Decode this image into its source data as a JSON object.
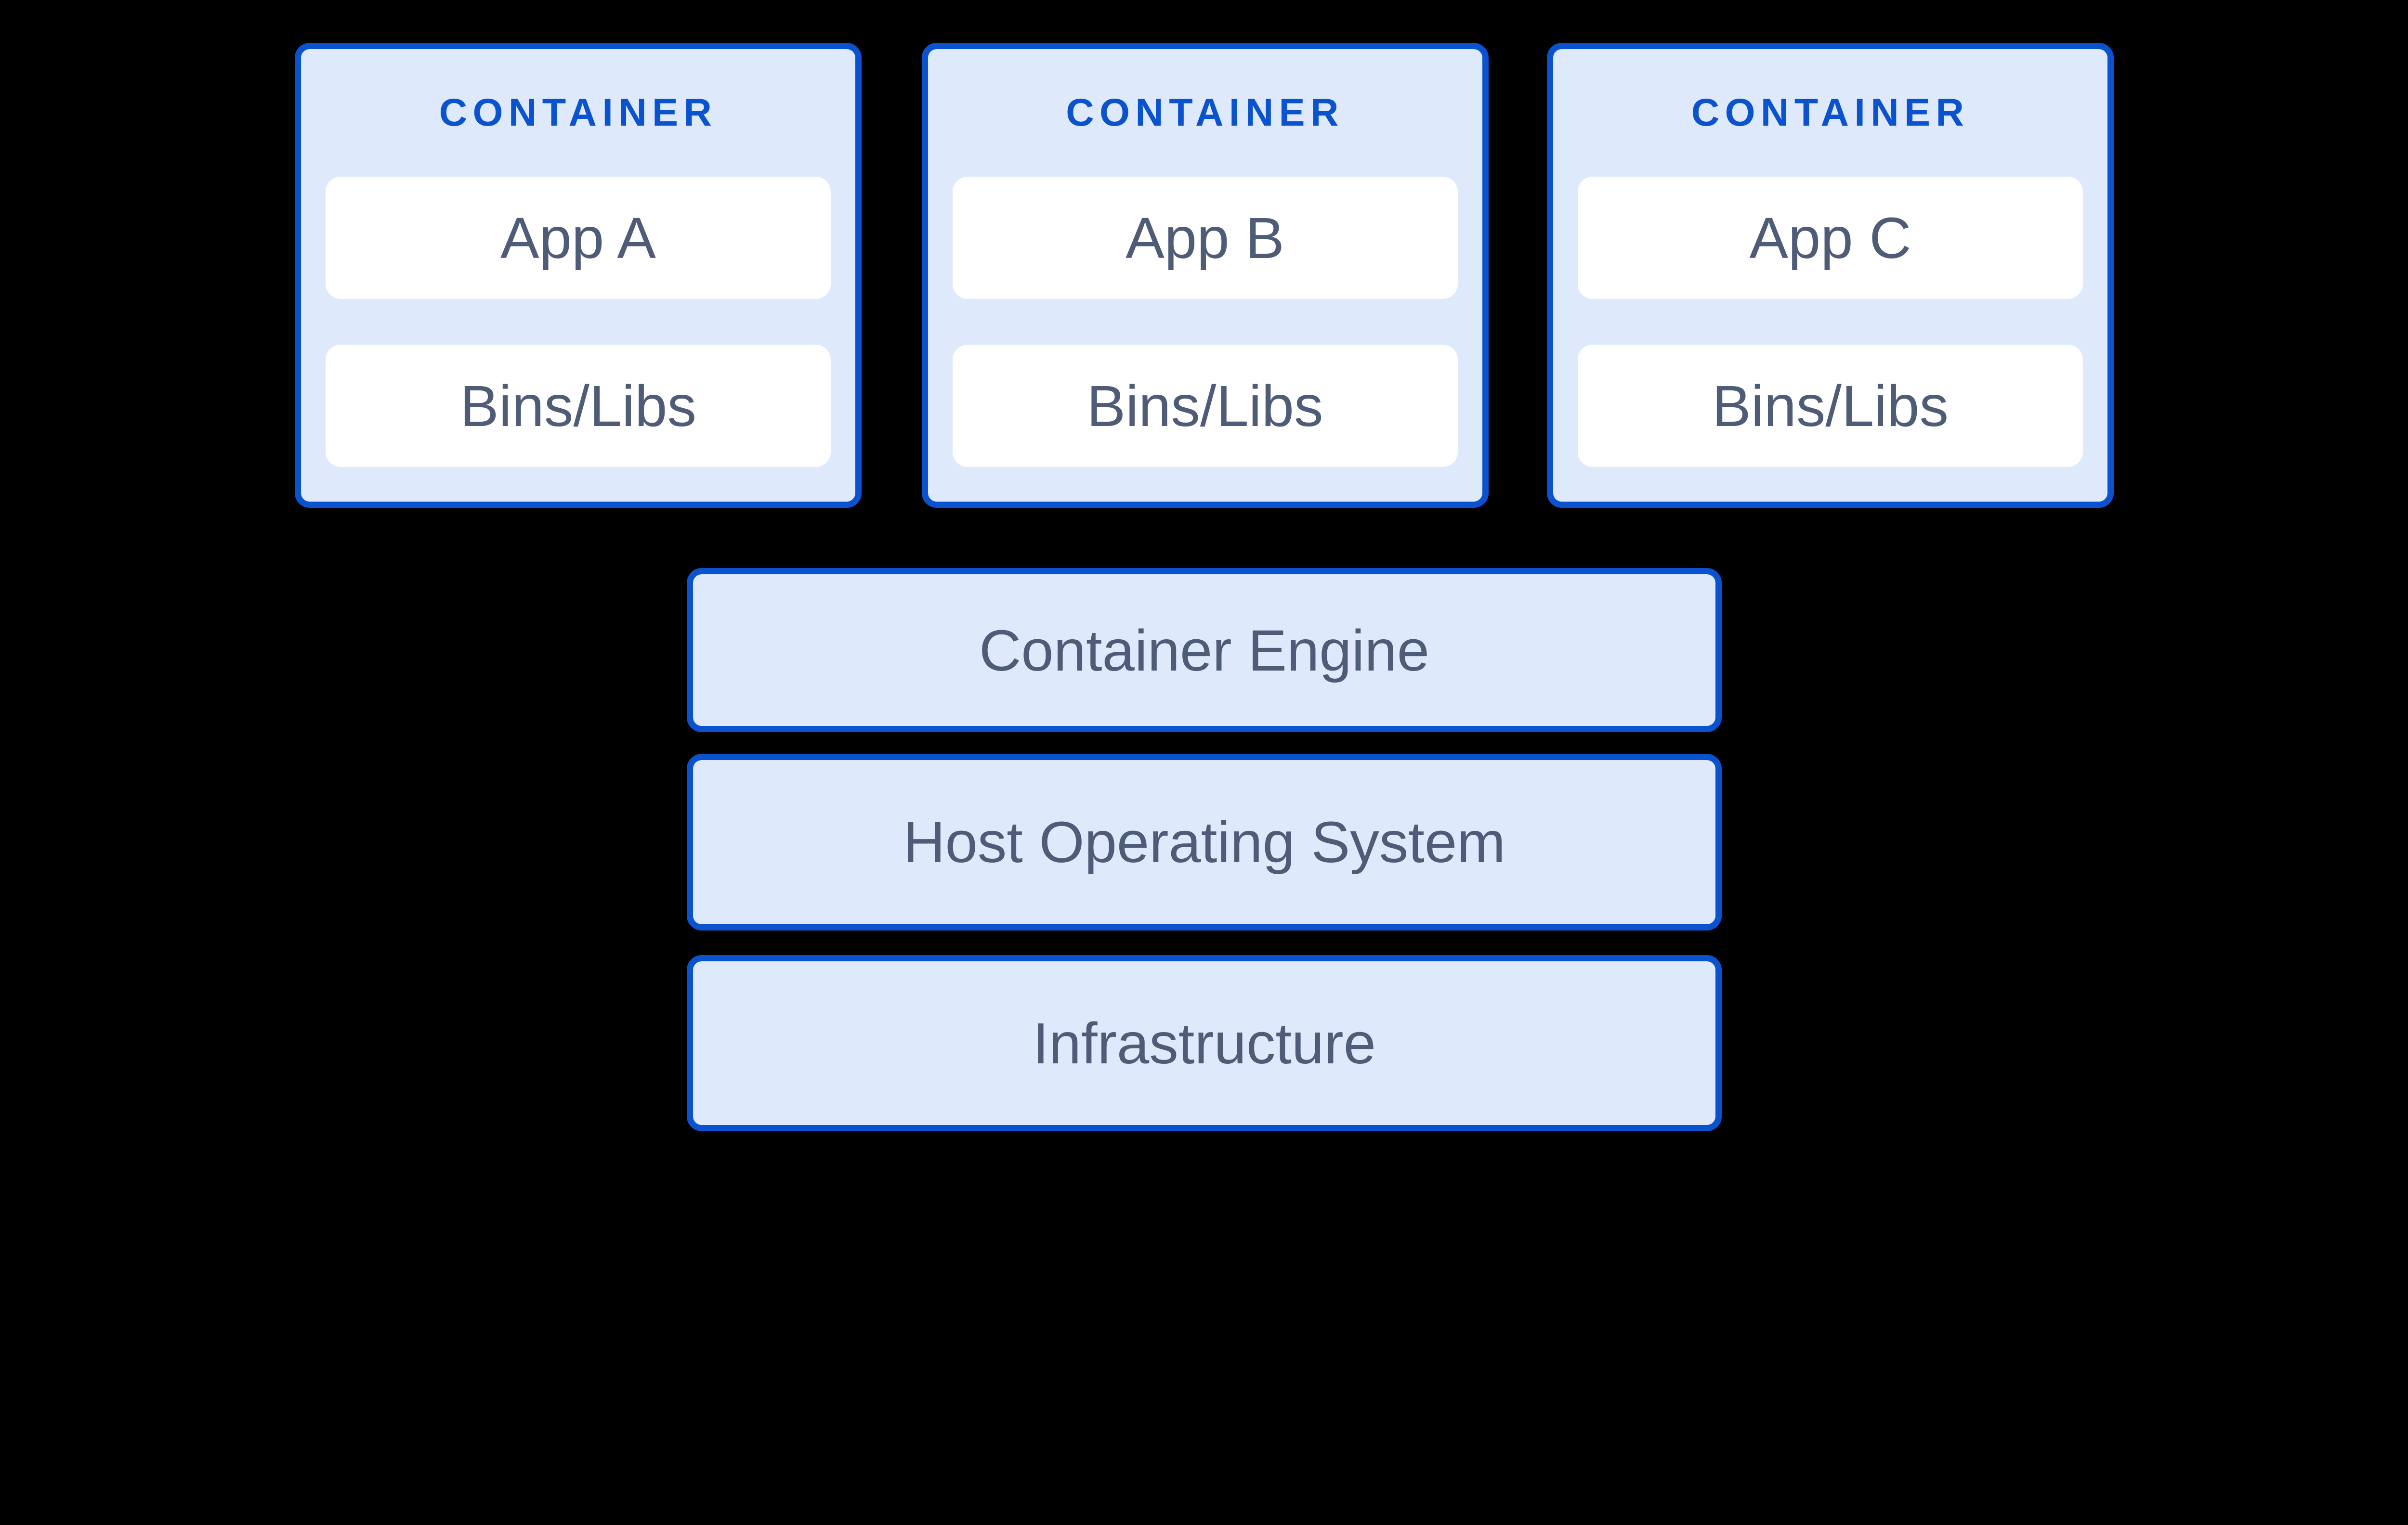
{
  "colors": {
    "background": "#000000",
    "accent_blue": "#0B53CE",
    "box_fill": "#DEE9FC",
    "inner_box_fill": "#FFFFFF",
    "text_slate": "#4E5C77"
  },
  "diagram": {
    "containers": [
      {
        "title": "CONTAINER",
        "app": "App A",
        "bins": "Bins/Libs"
      },
      {
        "title": "CONTAINER",
        "app": "App B",
        "bins": "Bins/Libs"
      },
      {
        "title": "CONTAINER",
        "app": "App C",
        "bins": "Bins/Libs"
      }
    ],
    "layers": [
      {
        "label": "Container Engine"
      },
      {
        "label": "Host Operating System"
      },
      {
        "label": "Infrastructure"
      }
    ]
  }
}
